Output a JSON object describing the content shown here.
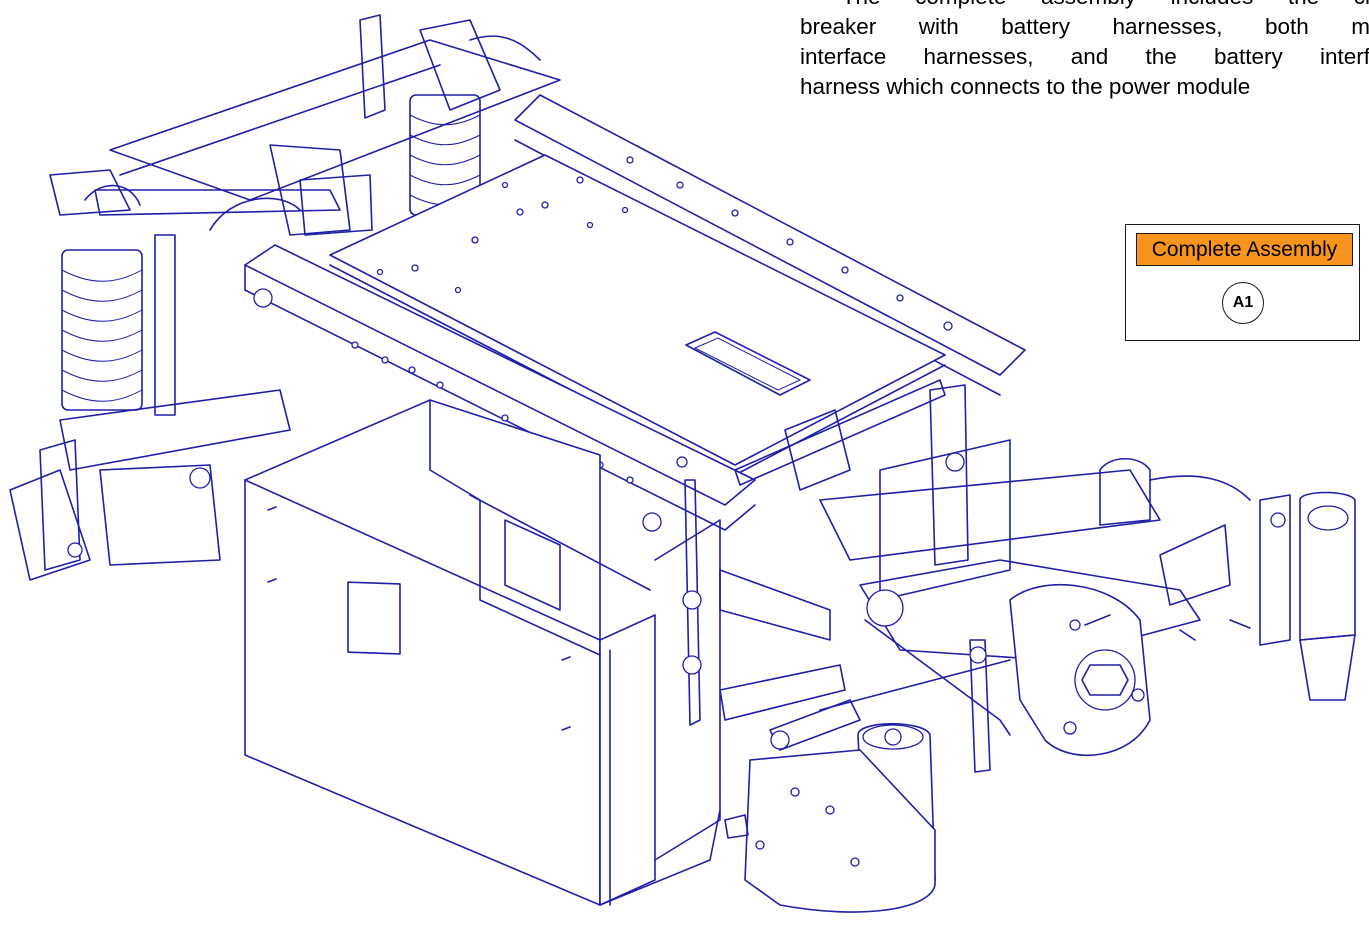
{
  "note": {
    "lines": [
      "- The complete assembly includes the ci",
      "breaker with battery harnesses, both m",
      "interface harnesses, and the battery interf",
      "harness which connects to the power module"
    ]
  },
  "callout": {
    "header": "Complete Assembly",
    "item_label": "A1",
    "header_color": "#f7941d"
  },
  "drawing": {
    "line_color": "#1f1fa8"
  }
}
